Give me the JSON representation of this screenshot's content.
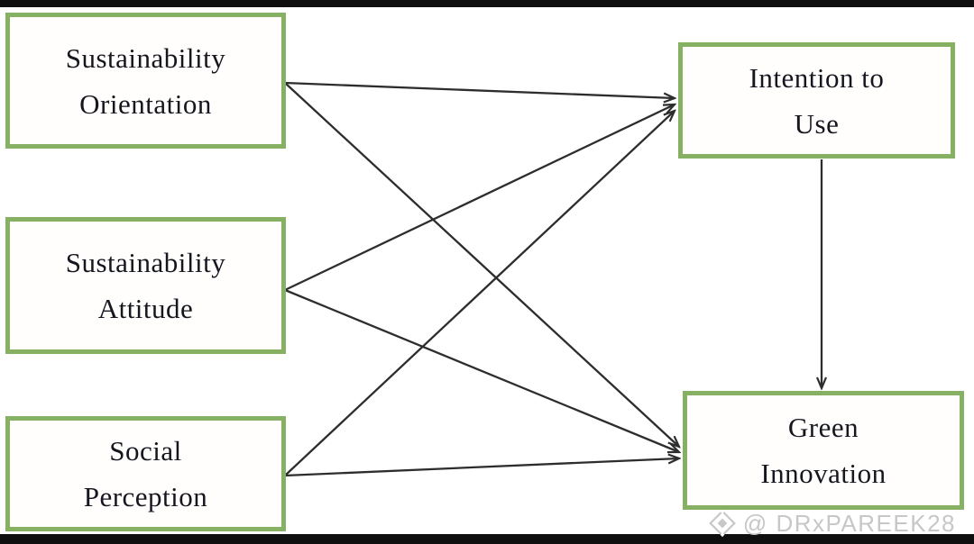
{
  "diagram": {
    "nodes": [
      {
        "id": "sustainability-orientation",
        "lines": [
          "Sustainability",
          "Orientation"
        ]
      },
      {
        "id": "sustainability-attitude",
        "lines": [
          "Sustainability",
          "Attitude"
        ]
      },
      {
        "id": "social-perception",
        "lines": [
          "Social",
          "Perception"
        ]
      },
      {
        "id": "intention-to-use",
        "lines": [
          "Intention to",
          "Use"
        ]
      },
      {
        "id": "green-innovation",
        "lines": [
          "Green",
          "Innovation"
        ]
      }
    ],
    "edges": [
      {
        "from": "sustainability-orientation",
        "to": "intention-to-use"
      },
      {
        "from": "sustainability-orientation",
        "to": "green-innovation"
      },
      {
        "from": "sustainability-attitude",
        "to": "intention-to-use"
      },
      {
        "from": "sustainability-attitude",
        "to": "green-innovation"
      },
      {
        "from": "social-perception",
        "to": "intention-to-use"
      },
      {
        "from": "social-perception",
        "to": "green-innovation"
      },
      {
        "from": "intention-to-use",
        "to": "green-innovation"
      }
    ]
  },
  "watermark": {
    "text": "@ DRxPAREEK28",
    "icon": "diamond-gem-icon"
  },
  "colors": {
    "box_border": "#86b062",
    "arrow": "#2d2d2d",
    "text": "#16161f",
    "watermark": "#c7c7c7",
    "bar": "#0f0f0f"
  }
}
